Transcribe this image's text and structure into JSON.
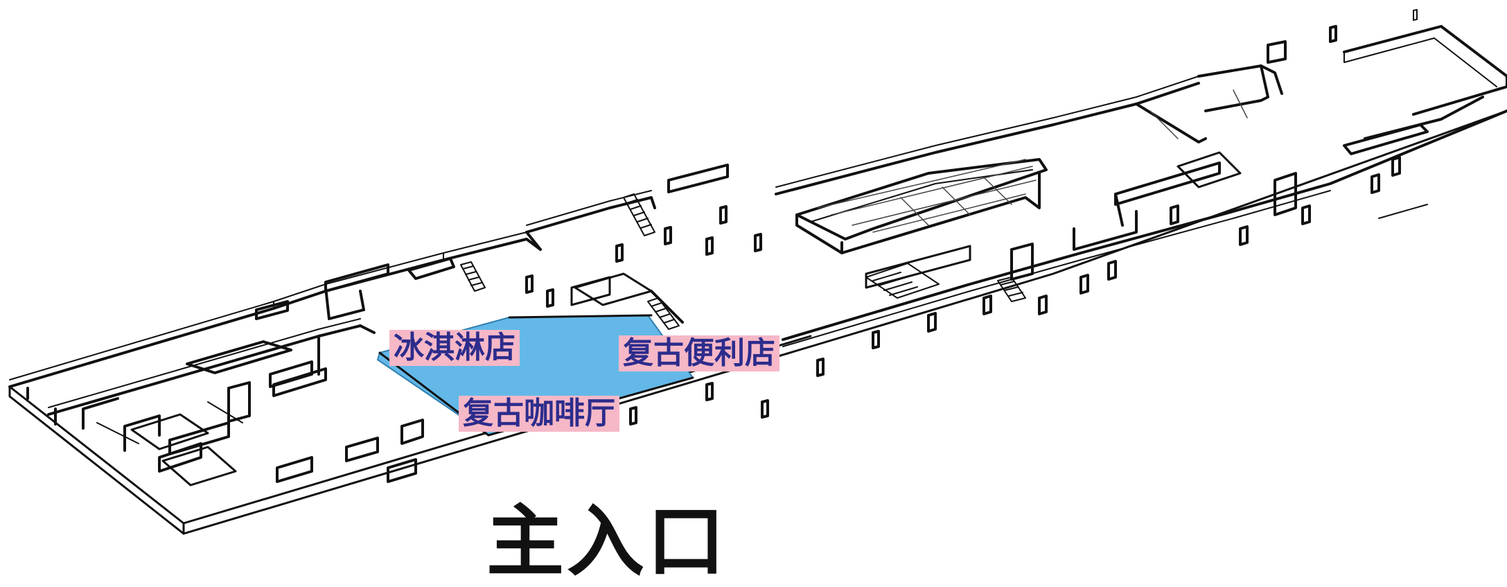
{
  "colors": {
    "highlight_zone": "#63b8e8",
    "label_background": "#f6b8c7",
    "label_text": "#2c2c8c",
    "line_color": "#111111"
  },
  "labels": {
    "ice_cream_shop": "冰淇淋店",
    "retro_convenience_store": "复古便利店",
    "retro_cafe": "复古咖啡厅"
  },
  "entrance": {
    "main_entrance": "主入口"
  }
}
